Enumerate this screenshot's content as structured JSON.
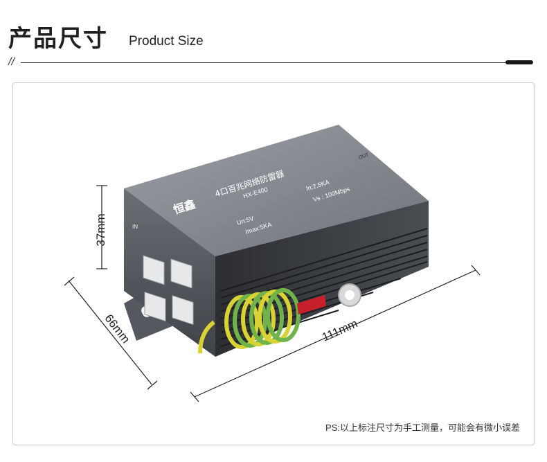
{
  "header": {
    "title_cn": "产品尺寸",
    "title_en": "Product Size",
    "slashes": "//"
  },
  "product": {
    "brand": "恒鑫",
    "name": "4口百兆网络防雷器",
    "model": "HX-E400",
    "specs": {
      "un": "Un:5V",
      "imax": "Imax:5KA",
      "in": "In:2.5KA",
      "vs": "Vs : 100Mbps"
    },
    "port_side_label": "IN",
    "out_label": "OUT"
  },
  "dimensions": {
    "height": "37mm",
    "depth": "66mm",
    "length": "111mm"
  },
  "note": "PS:以上标注尺寸为手工测量，可能会有微小误差",
  "colors": {
    "body_dark": "#5a5d63",
    "body_light": "#8b8f96",
    "cable_yellow": "#d8d233",
    "cable_green": "#6fb34a",
    "red_sleeve": "#c8202a"
  }
}
